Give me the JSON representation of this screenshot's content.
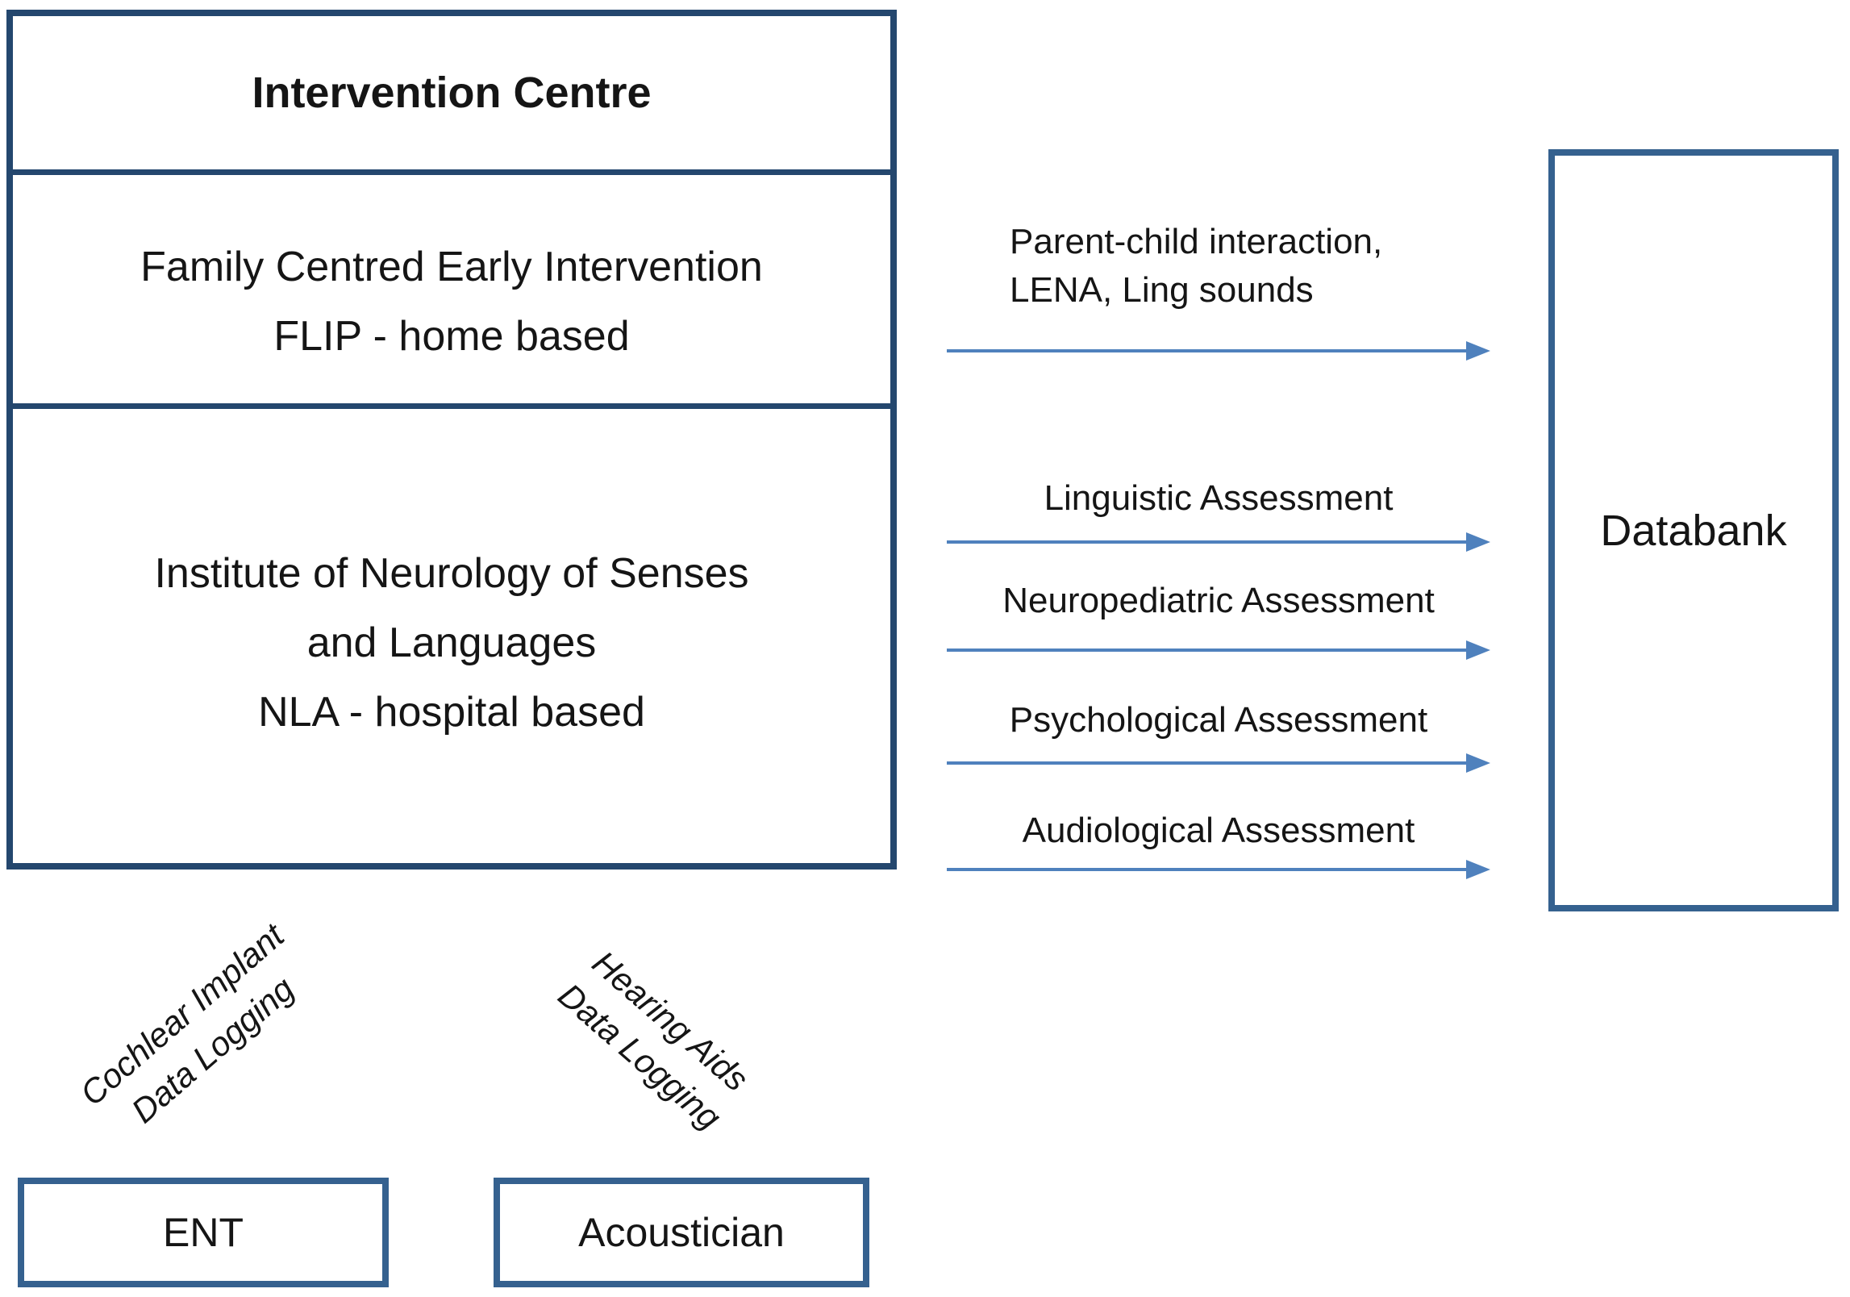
{
  "colors": {
    "main_box_border": "#24476e",
    "sub_box_border": "#35618f",
    "arrow_blue": "#4f81bd",
    "text": "#151515"
  },
  "intervention_centre": {
    "title": "Intervention Centre",
    "family_unit": {
      "line1": "Family Centred Early Intervention",
      "line2": "FLIP - home based"
    },
    "institute_unit": {
      "line1": "Institute of Neurology of Senses",
      "line2": "and Languages",
      "line3": "NLA - hospital based"
    }
  },
  "databank": {
    "label": "Databank"
  },
  "flows": [
    {
      "label_line1": "Parent-child interaction,",
      "label_line2": "LENA, Ling sounds"
    },
    {
      "label": "Linguistic Assessment"
    },
    {
      "label": "Neuropediatric Assessment"
    },
    {
      "label": "Psychological Assessment"
    },
    {
      "label": "Audiological Assessment"
    }
  ],
  "device_logging": [
    {
      "line1": "Cochlear Implant",
      "line2": "Data Logging"
    },
    {
      "line1": "Hearing Aids",
      "line2": "Data Logging"
    }
  ],
  "providers": [
    {
      "label": "ENT"
    },
    {
      "label": "Acoustician"
    }
  ]
}
